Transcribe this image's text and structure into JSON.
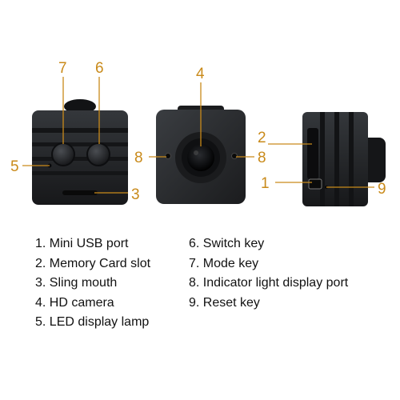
{
  "colors": {
    "callout": "#c98a1a",
    "body_dark": "#1e1f21",
    "body_mid": "#2b2d30",
    "body_edge": "#3a3d41"
  },
  "callouts": {
    "c1": "1",
    "c2": "2",
    "c3": "3",
    "c4": "4",
    "c5": "5",
    "c6": "6",
    "c7": "7",
    "c8a": "8",
    "c8b": "8",
    "c9": "9"
  },
  "legend": {
    "left": [
      "1. Mini USB port",
      "2. Memory Card slot",
      "3. Sling mouth",
      "4. HD camera",
      "5. LED display lamp"
    ],
    "right": [
      "6. Switch key",
      "7. Mode key",
      "8. Indicator light display port",
      "9. Reset key"
    ]
  }
}
